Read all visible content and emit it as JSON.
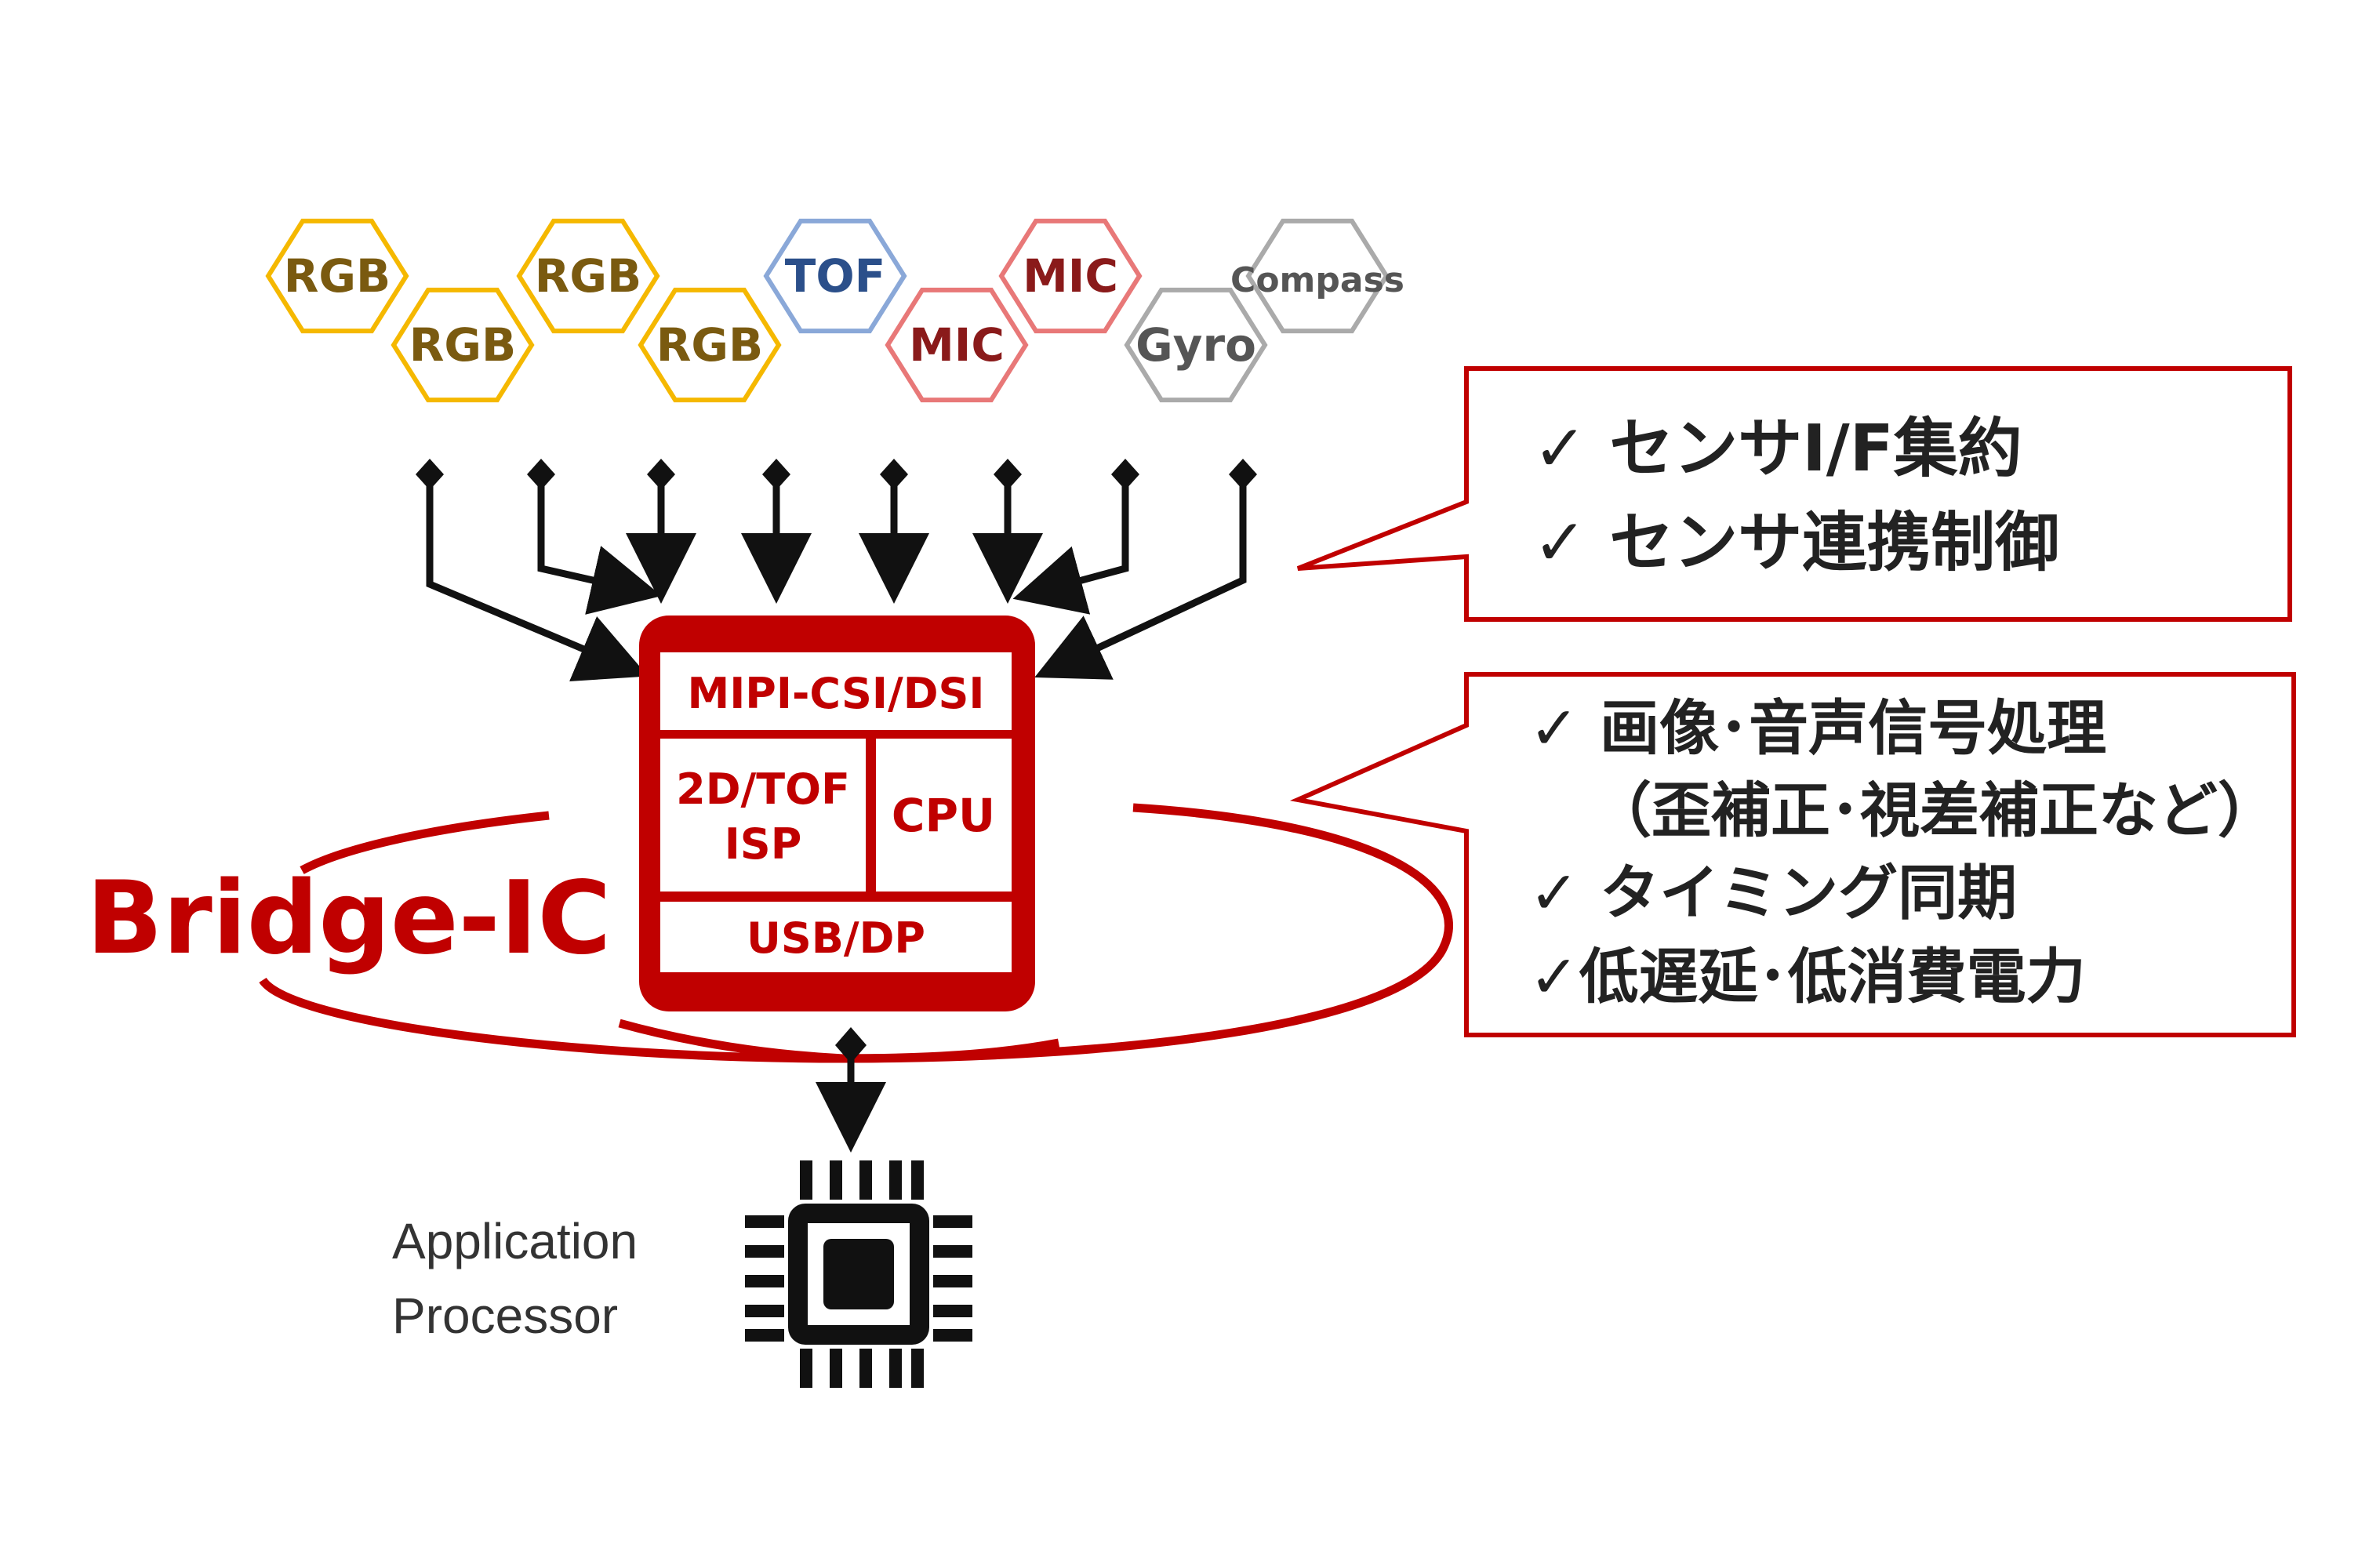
{
  "colors": {
    "rgb": "#f5b800",
    "rgb_text": "#7a5a10",
    "tof": "#8aa8d8",
    "tof_text": "#2b4f8a",
    "mic": "#e87878",
    "mic_text": "#8a1a1a",
    "misc": "#aaaaaa",
    "misc_text": "#555555",
    "accent": "#c00000",
    "arrow": "#111111"
  },
  "sensors": [
    {
      "label": "RGB",
      "kind": "rgb"
    },
    {
      "label": "RGB",
      "kind": "rgb"
    },
    {
      "label": "RGB",
      "kind": "rgb"
    },
    {
      "label": "RGB",
      "kind": "rgb"
    },
    {
      "label": "TOF",
      "kind": "tof"
    },
    {
      "label": "MIC",
      "kind": "mic"
    },
    {
      "label": "MIC",
      "kind": "mic"
    },
    {
      "label": "Gyro",
      "kind": "misc"
    },
    {
      "label": "Compass",
      "kind": "misc"
    }
  ],
  "chip": {
    "interface_top": "MIPI-CSI/DSI",
    "isp_line1": "2D/TOF",
    "isp_line2": "ISP",
    "cpu": "CPU",
    "interface_bottom": "USB/DP"
  },
  "bridge_label": "Bridge-IC",
  "callout_top": {
    "items": [
      "✓ センサI/F集約",
      "✓ センサ連携制御"
    ]
  },
  "callout_bottom": {
    "items": [
      "✓ 画像･音声信号処理",
      "（歪補正･視差補正など）",
      "✓ タイミング同期",
      "✓低遅延･低消費電力"
    ]
  },
  "application_processor": {
    "line1": "Application",
    "line2": "Processor",
    "icon": "processor-chip-icon"
  }
}
